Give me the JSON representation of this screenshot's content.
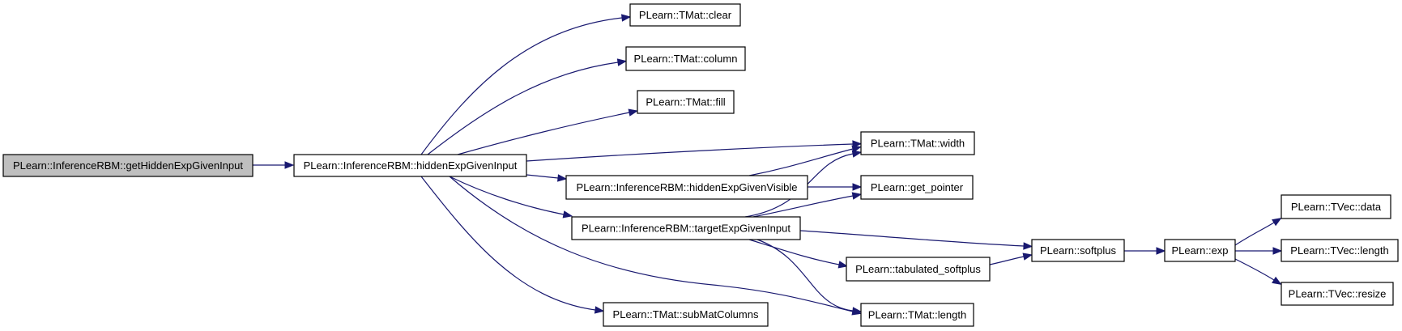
{
  "graph": {
    "nodes": {
      "root": {
        "label": "PLearn::InferenceRBM::getHiddenExpGivenInput",
        "current": true
      },
      "hidden_input": {
        "label": "PLearn::InferenceRBM::hiddenExpGivenInput"
      },
      "clear": {
        "label": "PLearn::TMat::clear"
      },
      "column": {
        "label": "PLearn::TMat::column"
      },
      "fill": {
        "label": "PLearn::TMat::fill"
      },
      "width": {
        "label": "PLearn::TMat::width"
      },
      "hidden_visible": {
        "label": "PLearn::InferenceRBM::hiddenExpGivenVisible"
      },
      "get_pointer": {
        "label": "PLearn::get_pointer"
      },
      "target_input": {
        "label": "PLearn::InferenceRBM::targetExpGivenInput"
      },
      "softplus": {
        "label": "PLearn::softplus"
      },
      "tabulated": {
        "label": "PLearn::tabulated_softplus"
      },
      "submat": {
        "label": "PLearn::TMat::subMatColumns"
      },
      "tmat_length": {
        "label": "PLearn::TMat::length"
      },
      "exp": {
        "label": "PLearn::exp"
      },
      "tvec_data": {
        "label": "PLearn::TVec::data"
      },
      "tvec_length": {
        "label": "PLearn::TVec::length"
      },
      "tvec_resize": {
        "label": "PLearn::TVec::resize"
      }
    },
    "edges": [
      [
        "root",
        "hidden_input"
      ],
      [
        "hidden_input",
        "clear"
      ],
      [
        "hidden_input",
        "column"
      ],
      [
        "hidden_input",
        "fill"
      ],
      [
        "hidden_input",
        "width"
      ],
      [
        "hidden_input",
        "hidden_visible"
      ],
      [
        "hidden_input",
        "target_input"
      ],
      [
        "hidden_input",
        "submat"
      ],
      [
        "hidden_input",
        "tmat_length"
      ],
      [
        "hidden_visible",
        "width"
      ],
      [
        "hidden_visible",
        "get_pointer"
      ],
      [
        "target_input",
        "width"
      ],
      [
        "target_input",
        "get_pointer"
      ],
      [
        "target_input",
        "softplus"
      ],
      [
        "target_input",
        "tabulated"
      ],
      [
        "target_input",
        "tmat_length"
      ],
      [
        "tabulated",
        "softplus"
      ],
      [
        "softplus",
        "exp"
      ],
      [
        "exp",
        "tvec_data"
      ],
      [
        "exp",
        "tvec_length"
      ],
      [
        "exp",
        "tvec_resize"
      ]
    ],
    "colors": {
      "edge": "#191970",
      "current_node_fill": "#bfbfbf",
      "node_fill": "#ffffff",
      "node_border": "#000000"
    }
  }
}
